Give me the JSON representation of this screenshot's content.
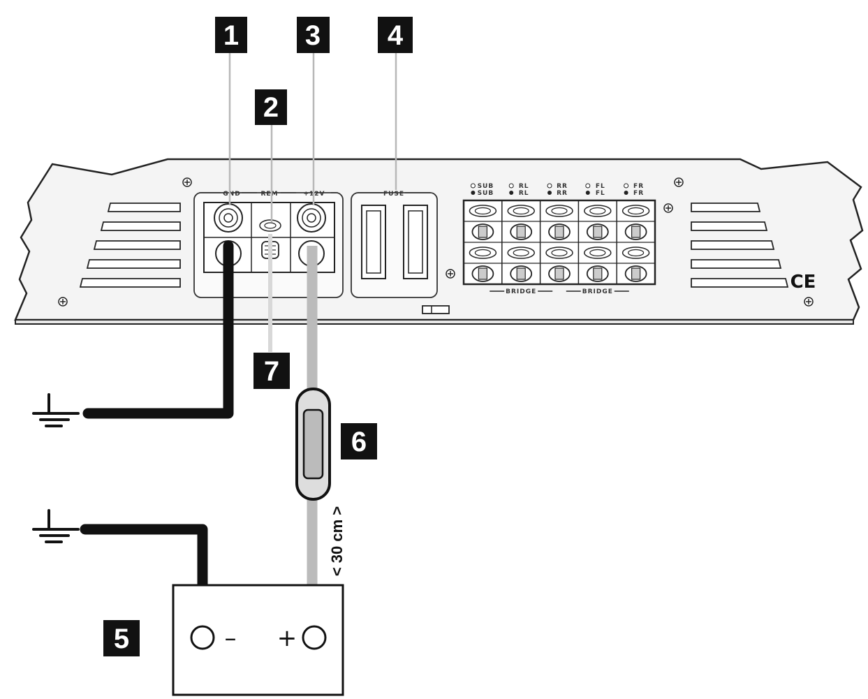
{
  "callouts": [
    "1",
    "2",
    "3",
    "4",
    "5",
    "6",
    "7"
  ],
  "terminal_labels": {
    "gnd": "GND",
    "rem": "REM",
    "plus12v": "+12V"
  },
  "fuse_label": "FUSE",
  "speaker_channels": [
    {
      "top": "SUB",
      "bottom": "SUB"
    },
    {
      "top": "RL",
      "bottom": "RL"
    },
    {
      "top": "RR",
      "bottom": "RR"
    },
    {
      "top": "FL",
      "bottom": "FL"
    },
    {
      "top": "FR",
      "bottom": "FR"
    }
  ],
  "bridge_label": "BRIDGE",
  "ce_mark": "CE",
  "battery": {
    "minus": "–",
    "plus": "+"
  },
  "cable_length_note": "< 30 cm >",
  "colors": {
    "badge": "#111111",
    "power_cable": "#bbbbbb",
    "ground_cable": "#111111"
  }
}
